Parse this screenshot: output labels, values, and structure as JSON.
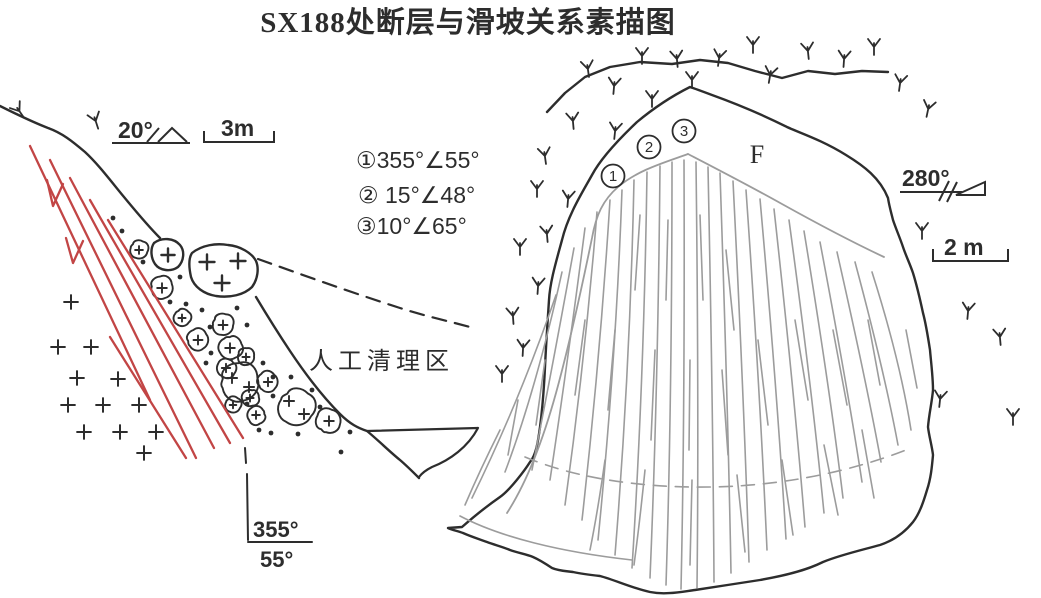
{
  "title": "SX188处断层与滑坡关系素描图",
  "colors": {
    "ink": "#2d2d2d",
    "fault_red": "#c24545",
    "f_label_red": "#dd3b2e",
    "striation_gray": "#9c9c9c",
    "muted_text_gray": "#8f8f8f"
  },
  "left_panel": {
    "slope_angle_label": "20°",
    "scale_label": "3m",
    "attitude_notes": [
      "①355°∠55°",
      "② 15°∠48°",
      "③10°∠65°"
    ],
    "cleanup_area_label": "人工清理区",
    "fault_attitude": {
      "dip_direction": "355°",
      "dip_angle": "55°"
    }
  },
  "right_panel": {
    "slip_direction_label": "280°",
    "scale_label": "2 m",
    "fault_label": "F",
    "markers": [
      "1",
      "2",
      "3"
    ]
  }
}
